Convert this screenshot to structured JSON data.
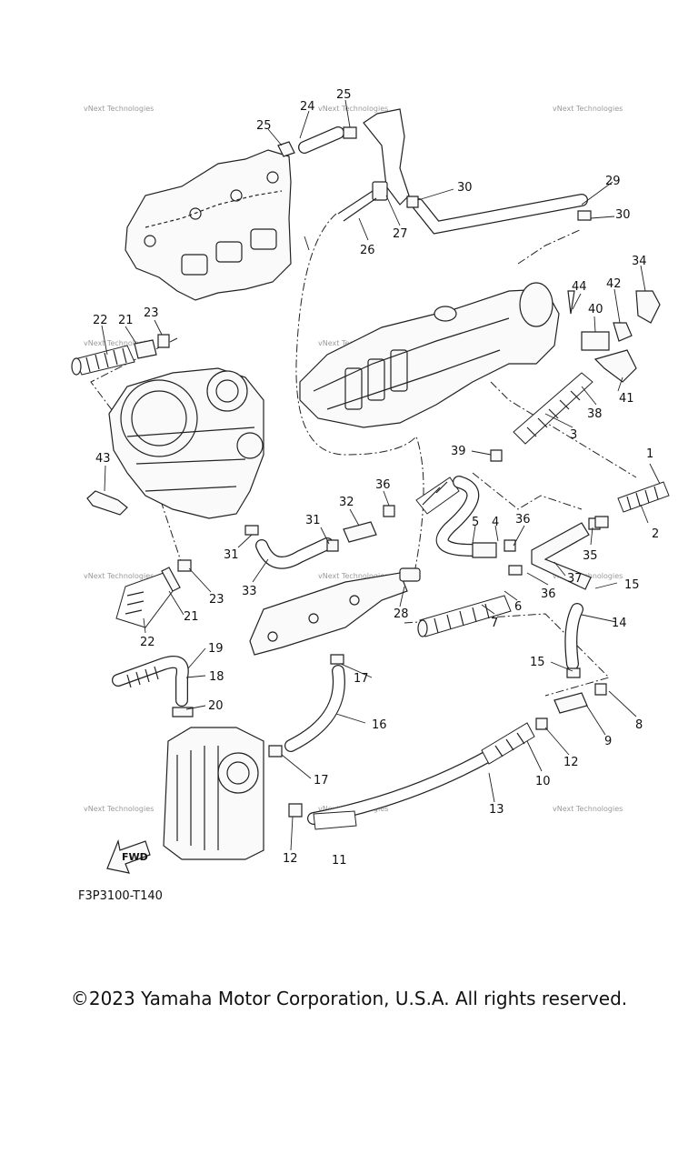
{
  "figure_code": "F3P3100-T140",
  "copyright": "©2023 Yamaha Motor Corporation, U.S.A. All rights reserved.",
  "watermark": "vNext Technologies",
  "fwd_label": "FWD",
  "callouts": [
    "1",
    "2",
    "3",
    "4",
    "5",
    "6",
    "7",
    "8",
    "9",
    "10",
    "11",
    "12",
    "12",
    "13",
    "14",
    "15",
    "15",
    "16",
    "17",
    "17",
    "18",
    "19",
    "20",
    "21",
    "21",
    "22",
    "22",
    "23",
    "23",
    "24",
    "25",
    "25",
    "26",
    "27",
    "28",
    "29",
    "30",
    "30",
    "31",
    "31",
    "32",
    "33",
    "34",
    "35",
    "36",
    "36",
    "36",
    "37",
    "38",
    "39",
    "40",
    "41",
    "42",
    "43",
    "44"
  ]
}
